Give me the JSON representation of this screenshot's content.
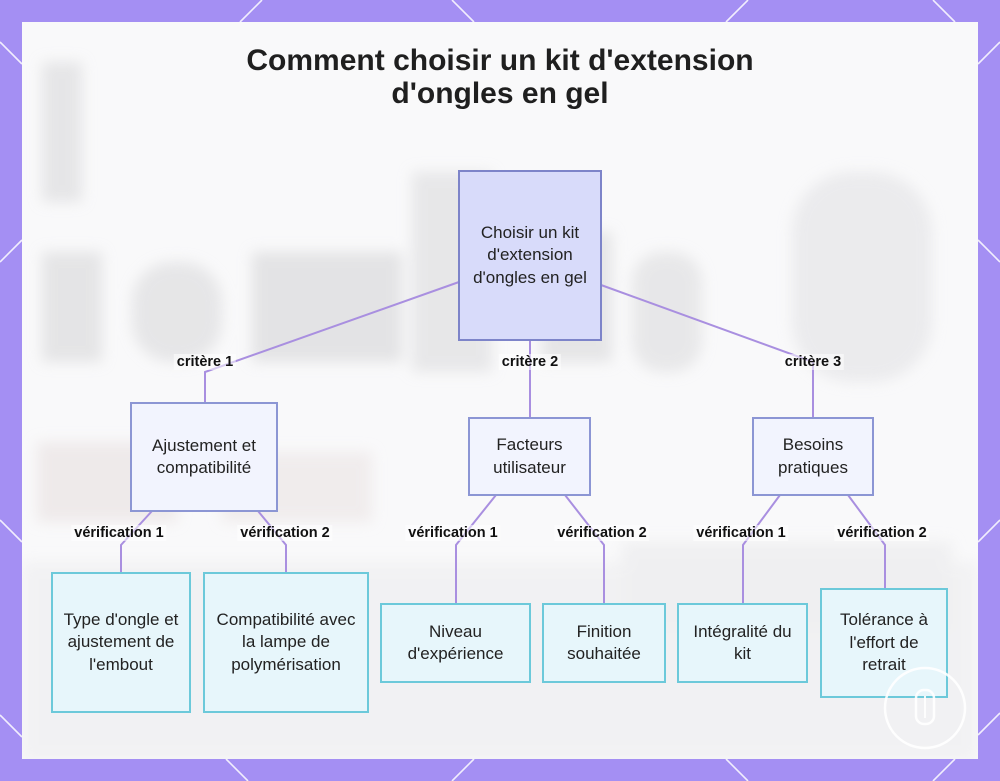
{
  "diagram": {
    "title_line1": "Comment choisir un kit d'extension",
    "title_line2": "d'ongles en gel",
    "root": {
      "label": "Choisir un kit d'extension d'ongles en gel"
    },
    "branches": [
      {
        "edge_label": "critère 1",
        "label": "Ajustement et compatibilité",
        "children": [
          {
            "edge_label": "vérification 1",
            "label": "Type d'ongle et ajustement de l'embout"
          },
          {
            "edge_label": "vérification 2",
            "label": "Compatibilité avec la lampe de polymérisation"
          }
        ]
      },
      {
        "edge_label": "critère 2",
        "label": "Facteurs utilisateur",
        "children": [
          {
            "edge_label": "vérification 1",
            "label": "Niveau d'expérience"
          },
          {
            "edge_label": "vérification 2",
            "label": "Finition souhaitée"
          }
        ]
      },
      {
        "edge_label": "critère 3",
        "label": "Besoins pratiques",
        "children": [
          {
            "edge_label": "vérification 1",
            "label": "Intégralité du kit"
          },
          {
            "edge_label": "vérification 2",
            "label": "Tolérance à l'effort de retrait"
          }
        ]
      }
    ],
    "colors": {
      "frame": "#a48ff3",
      "edge": "#a98fe0",
      "root_fill": "#d8dbfa",
      "mid_fill": "#f2f4fe",
      "leaf_fill": "#e7f6fb",
      "leaf_border": "#6cc9da"
    }
  }
}
